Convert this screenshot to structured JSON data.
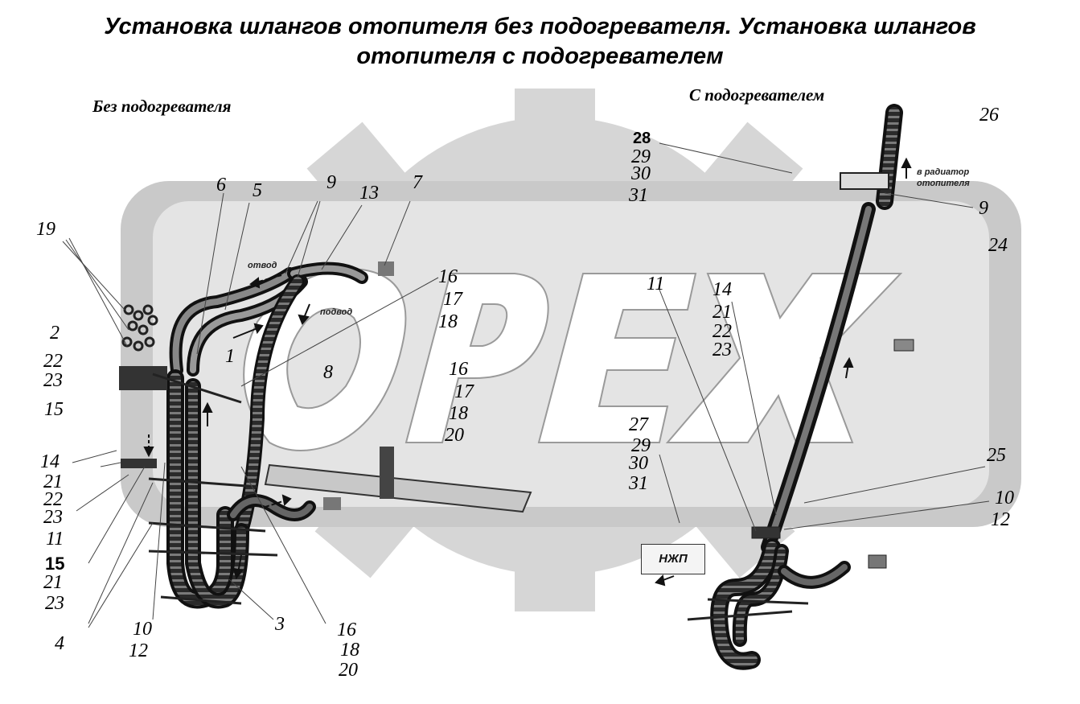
{
  "title": {
    "line1": "Установка шлангов отопителя без подогревателя. Установка шлангов",
    "line2": "отопителя с подогревателем"
  },
  "watermark": "OPEX",
  "sections": {
    "left": "Без подогревателя",
    "right": "С подогревателем"
  },
  "notes": {
    "otvod": "отвод",
    "podvod": "подвод",
    "radiator_line1": "в радиатор",
    "radiator_line2": "отопителя"
  },
  "badge": "НЖП",
  "labels": {
    "l6": "6",
    "l5": "5",
    "l9": "9",
    "l13": "13",
    "l7": "7",
    "l19": "19",
    "l2": "2",
    "l22a": "22",
    "l23a": "23",
    "l15a": "15",
    "l14a": "14",
    "l21a": "21",
    "l22b": "22",
    "l23b": "23",
    "l11a": "11",
    "l15b": "15",
    "l21b": "21",
    "l23c": "23",
    "l4": "4",
    "l10a": "10",
    "l12a": "12",
    "l1": "1",
    "l8": "8",
    "l3": "3",
    "l16a": "16",
    "l17a": "17",
    "l18a": "18",
    "l16b": "16",
    "l17b": "17",
    "l18b": "18",
    "l20a": "20",
    "l16c": "16",
    "l18c": "18",
    "l20b": "20",
    "l26": "26",
    "l28": "28",
    "l29a": "29",
    "l30a": "30",
    "l31a": "31",
    "l9b": "9",
    "l24": "24",
    "l11b": "11",
    "l14b": "14",
    "l21c": "21",
    "l22c": "22",
    "l23d": "23",
    "l27": "27",
    "l29b": "29",
    "l30b": "30",
    "l31b": "31",
    "l25": "25",
    "l10b": "10",
    "l12b": "12"
  }
}
